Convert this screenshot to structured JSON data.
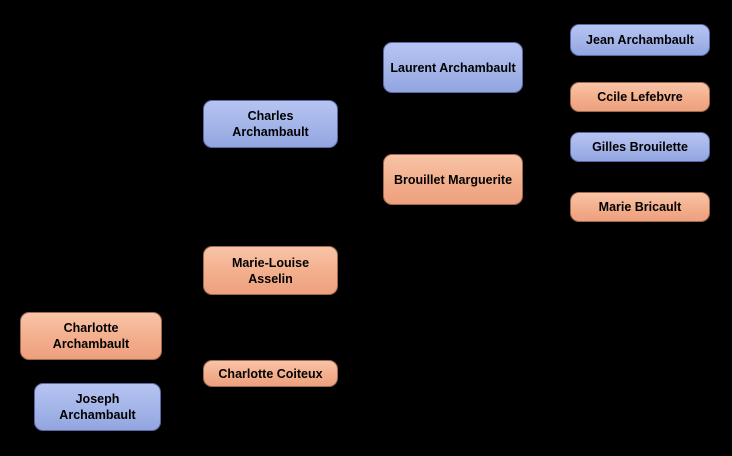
{
  "diagram": {
    "title": "family-tree",
    "background_color": "#000000",
    "colors": {
      "male_fill": "#a3b4e8",
      "male_border": "#5c68a2",
      "female_fill": "#f3ae8c",
      "female_border": "#a06a4d",
      "text": "#000000"
    },
    "nodes": [
      {
        "id": "jean-archambault",
        "label": "Jean Archambault",
        "gender": "male",
        "generation": 4
      },
      {
        "id": "ccile-lefebvre",
        "label": "Ccile Lefebvre",
        "gender": "female",
        "generation": 4
      },
      {
        "id": "gilles-brouilette",
        "label": "Gilles Brouilette",
        "gender": "male",
        "generation": 4
      },
      {
        "id": "marie-bricault",
        "label": "Marie Bricault",
        "gender": "female",
        "generation": 4
      },
      {
        "id": "laurent-archambault",
        "label": "Laurent Archambault",
        "gender": "male",
        "generation": 3
      },
      {
        "id": "brouillet-marguerite",
        "label": "Brouillet Marguerite",
        "gender": "female",
        "generation": 3
      },
      {
        "id": "charles-archambault",
        "label": "Charles Archambault",
        "gender": "male",
        "generation": 2
      },
      {
        "id": "marie-louise-asselin",
        "label": "Marie-Louise Asselin",
        "gender": "female",
        "generation": 2
      },
      {
        "id": "charlotte-coiteux",
        "label": "Charlotte Coiteux",
        "gender": "female",
        "generation": 2
      },
      {
        "id": "charlotte-archambault",
        "label": "Charlotte Archambault",
        "gender": "female",
        "generation": 1
      },
      {
        "id": "joseph-archambault",
        "label": "Joseph Archambault",
        "gender": "male",
        "generation": 1
      }
    ]
  }
}
